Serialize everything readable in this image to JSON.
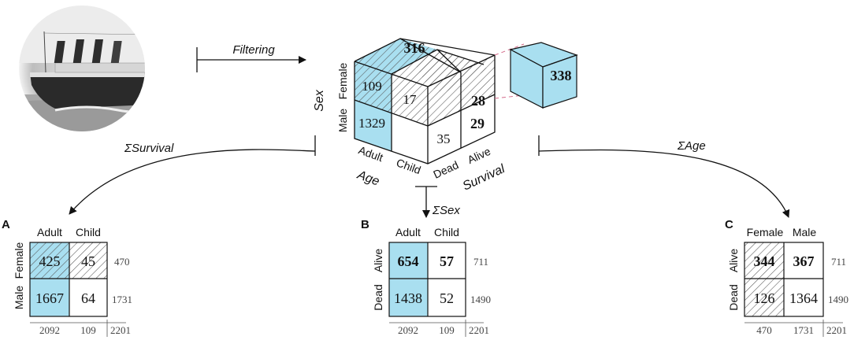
{
  "colors": {
    "blue": "#a9dff0",
    "line": "#111111",
    "hatch": "#555555",
    "dash": "#d46a8a"
  },
  "top": {
    "filtering_label": "Filtering",
    "axes": {
      "sex": "Sex",
      "age": "Age",
      "survival": "Survival"
    },
    "sex_labels": {
      "female": "Female",
      "male": "Male"
    },
    "age_labels": {
      "adult": "Adult",
      "child": "Child"
    },
    "survival_labels": {
      "dead": "Dead",
      "alive": "Alive"
    },
    "cube_values": {
      "top": "316",
      "female_adult": "109",
      "female_child": "17",
      "female_alive": "28",
      "male_adult": "1329",
      "male_dead": "35",
      "male_alive": "29",
      "single": "338"
    },
    "sum_survival": "ΣSurvival",
    "sum_sex": "ΣSex",
    "sum_age": "ΣAge"
  },
  "panels": {
    "a": {
      "letter": "A",
      "col_labels": [
        "Adult",
        "Child"
      ],
      "row_labels": [
        "Female",
        "Male"
      ],
      "cells": [
        [
          "425",
          "45"
        ],
        [
          "1667",
          "64"
        ]
      ],
      "row_totals": [
        "470",
        "1731"
      ],
      "col_totals": [
        "2092",
        "109"
      ],
      "grand_total": "2201"
    },
    "b": {
      "letter": "B",
      "col_labels": [
        "Adult",
        "Child"
      ],
      "row_labels": [
        "Alive",
        "Dead"
      ],
      "cells": [
        [
          "654",
          "57"
        ],
        [
          "1438",
          "52"
        ]
      ],
      "row_totals": [
        "711",
        "1490"
      ],
      "col_totals": [
        "2092",
        "109"
      ],
      "grand_total": "2201"
    },
    "c": {
      "letter": "C",
      "col_labels": [
        "Female",
        "Male"
      ],
      "row_labels": [
        "Alive",
        "Dead"
      ],
      "cells": [
        [
          "344",
          "367"
        ],
        [
          "126",
          "1364"
        ]
      ],
      "row_totals": [
        "711",
        "1490"
      ],
      "col_totals": [
        "470",
        "1731"
      ],
      "grand_total": "2201"
    }
  }
}
